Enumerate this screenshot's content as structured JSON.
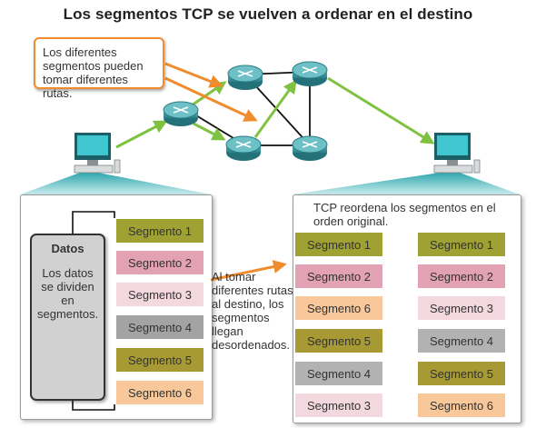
{
  "title": "Los segmentos TCP se vuelven a ordenar en el destino",
  "callout": "Los diferentes segmentos pueden tomar diferentes rutas.",
  "left_panel": {
    "datos_title": "Datos",
    "datos_body": "Los datos se dividen en segmentos.",
    "segments": [
      {
        "label": "Segmento 1",
        "color": "#9fa233"
      },
      {
        "label": "Segmento 2",
        "color": "#e2a2b4"
      },
      {
        "label": "Segmento 3",
        "color": "#f3d8df"
      },
      {
        "label": "Segmento 4",
        "color": "#a3a3a3"
      },
      {
        "label": "Segmento 5",
        "color": "#a79a35"
      },
      {
        "label": "Segmento 6",
        "color": "#f8c89b"
      }
    ]
  },
  "middle_text": "Al tomar diferentes rutas al destino, los segmentos llegan desordenados.",
  "right_panel": {
    "heading": "TCP reordena los segmentos en el orden original.",
    "received": [
      {
        "label": "Segmento 1",
        "color": "#9fa233"
      },
      {
        "label": "Segmento 2",
        "color": "#e2a2b4"
      },
      {
        "label": "Segmento 6",
        "color": "#f8c89b"
      },
      {
        "label": "Segmento 5",
        "color": "#a79a35"
      },
      {
        "label": "Segmento 4",
        "color": "#b2b2b2"
      },
      {
        "label": "Segmento 3",
        "color": "#f3d8df"
      }
    ],
    "ordered": [
      {
        "label": "Segmento 1",
        "color": "#9fa233"
      },
      {
        "label": "Segmento 2",
        "color": "#e2a2b4"
      },
      {
        "label": "Segmento 3",
        "color": "#f3d8df"
      },
      {
        "label": "Segmento 4",
        "color": "#b2b2b2"
      },
      {
        "label": "Segmento 5",
        "color": "#a79a35"
      },
      {
        "label": "Segmento 6",
        "color": "#f8c89b"
      }
    ]
  },
  "colors": {
    "arrow_orange": "#f08c2e",
    "link_green": "#7fc241",
    "router_teal": "#3b8f96",
    "computer_screen": "#3fc6cf"
  }
}
